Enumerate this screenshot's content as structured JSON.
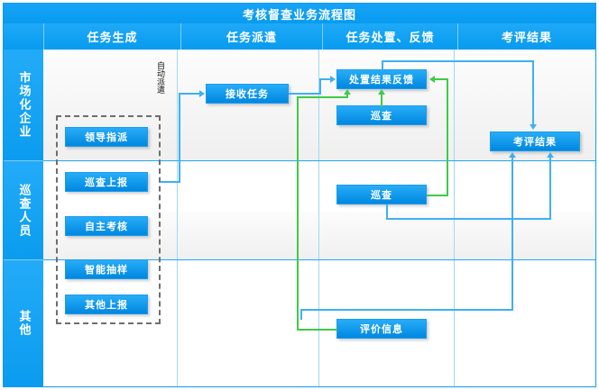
{
  "chart": {
    "title": "考核督查业务流程图",
    "type": "swimlane-flowchart",
    "accent_color": "#0f9bef",
    "node_color": "#0f9bef",
    "connector_color": "#3fb0f2",
    "connector_color_alt": "#3fcb46"
  },
  "columns": [
    {
      "label": "任务生成"
    },
    {
      "label": "任务派遣"
    },
    {
      "label": "任务处置、反馈"
    },
    {
      "label": "考评结果"
    }
  ],
  "lanes": [
    {
      "label": "市场化企业"
    },
    {
      "label": "巡查人员"
    },
    {
      "label": "其他"
    }
  ],
  "nodes": {
    "leader_assign": "领导指派",
    "patrol_report": "巡查上报",
    "self_assess": "自主考核",
    "smart_sample": "智能抽样",
    "other_report": "其他上报",
    "receive_task": "接收任务",
    "result_feedback": "处置结果反馈",
    "patrol_1": "巡查",
    "patrol_2": "巡查",
    "eval_result": "考评结果",
    "eval_info": "评价信息"
  },
  "labels": {
    "auto_dispatch": "自动派遣"
  }
}
